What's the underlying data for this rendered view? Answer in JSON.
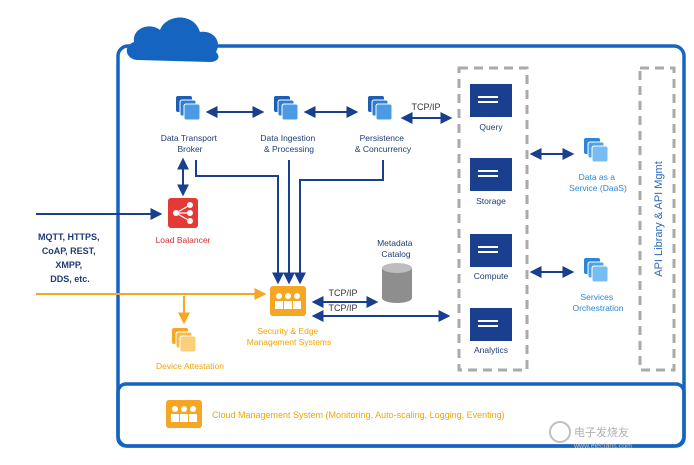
{
  "nodes": {
    "data_transport": [
      "Data Transport",
      "Broker"
    ],
    "data_ingestion": [
      "Data Ingestion",
      "& Processing"
    ],
    "persistence": [
      "Persistence",
      "& Concurrency"
    ],
    "query": "Query",
    "storage": "Storage",
    "compute": "Compute",
    "analytics": "Analytics",
    "daas": [
      "Data as a",
      "Service (DaaS)"
    ],
    "services": [
      "Services",
      "Orchestration"
    ],
    "load_balancer": "Load Balancer",
    "metadata": [
      "Metadata",
      "Catalog"
    ],
    "security": [
      "Security & Edge",
      "Management Systems"
    ],
    "device_attestation": "Device Attestation"
  },
  "protocols": [
    "MQTT, HTTPS,",
    "CoAP, REST,",
    "XMPP,",
    "DDS, etc."
  ],
  "edge_labels": {
    "tcpip_top": "TCP/IP",
    "tcpip_mid1": "TCP/IP",
    "tcpip_mid2": "TCP/IP"
  },
  "api_label": "API Library & API Mgmt",
  "cms_label": "Cloud Management System (Monitoring, Auto-scaling, Logging, Eventing)",
  "watermark": "电子发烧友",
  "watermark_sub": "www.elecfans.com",
  "colors": {
    "blue": "#1565c0",
    "navy": "#1a3f8f",
    "light_blue": "#3d8fd6",
    "orange": "#f5a623",
    "red": "#e53935",
    "gray_dash": "#aaaaaa"
  }
}
